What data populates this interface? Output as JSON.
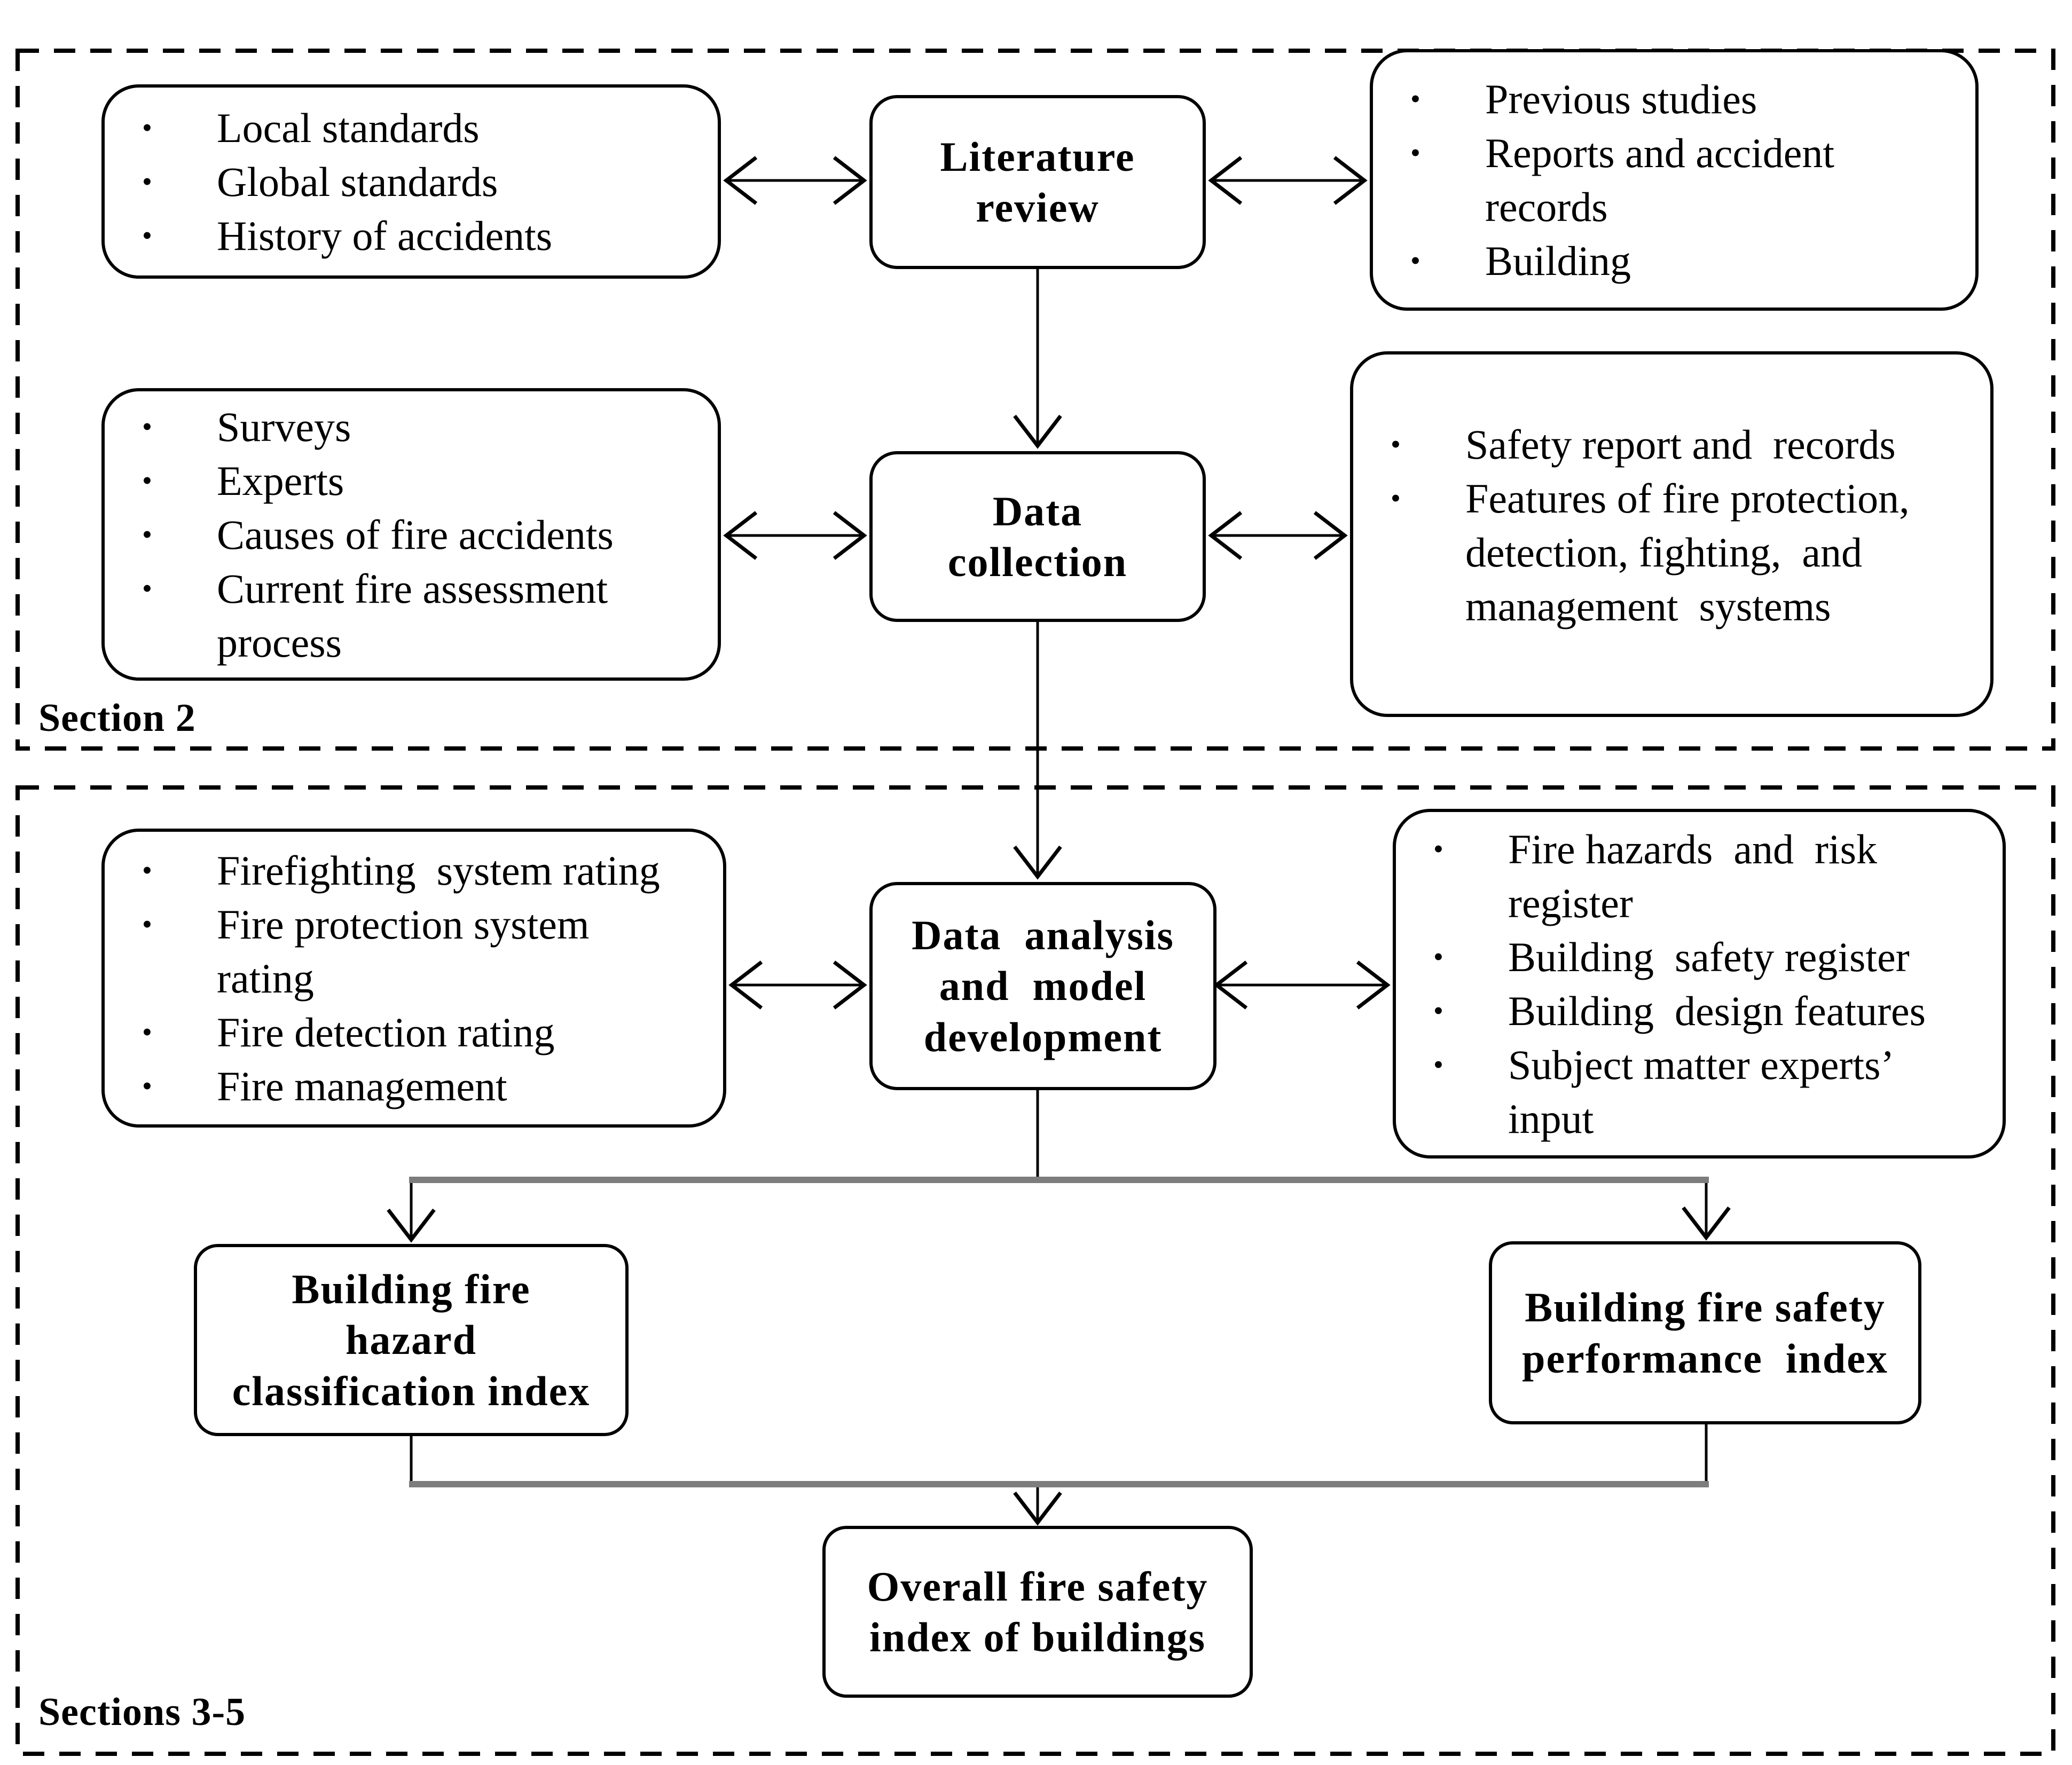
{
  "bullet_char": "•",
  "sections": [
    {
      "id": "section-2",
      "label": "Section 2"
    },
    {
      "id": "sections-3-5",
      "label": "Sections 3-5"
    }
  ],
  "boxes": {
    "standards": {
      "items": [
        [
          "Local standards"
        ],
        [
          "Global standards"
        ],
        [
          "History of accidents"
        ]
      ]
    },
    "literature_review": {
      "lines": [
        "Literature",
        "review"
      ]
    },
    "previous_studies": {
      "items": [
        [
          "Previous studies"
        ],
        [
          "Reports and accident",
          "records"
        ],
        [
          "Building"
        ]
      ]
    },
    "surveys": {
      "items": [
        [
          "Surveys"
        ],
        [
          "Experts"
        ],
        [
          "Causes of fire accidents"
        ],
        [
          "Current fire assessment",
          "process"
        ]
      ]
    },
    "data_collection": {
      "lines": [
        "Data",
        "collection"
      ]
    },
    "safety_reports": {
      "items": [
        [
          "Safety report and  records"
        ],
        [
          "Features of fire protection,",
          "detection, fighting,  and",
          "management  systems"
        ]
      ]
    },
    "ratings": {
      "items": [
        [
          "Firefighting  system rating"
        ],
        [
          "Fire protection system",
          "rating"
        ],
        [
          "Fire detection rating"
        ],
        [
          "Fire management"
        ]
      ]
    },
    "data_analysis": {
      "lines": [
        "Data  analysis",
        "and  model",
        "development"
      ]
    },
    "hazards_register": {
      "items": [
        [
          "Fire hazards  and  risk",
          "register"
        ],
        [
          "Building  safety register"
        ],
        [
          "Building  design features"
        ],
        [
          "Subject matter experts’",
          "input"
        ]
      ]
    },
    "hazard_index": {
      "lines": [
        "Building fire",
        "hazard",
        "classification index"
      ]
    },
    "performance_index": {
      "lines": [
        "Building fire safety",
        "performance  index"
      ]
    },
    "overall_index": {
      "lines": [
        "Overall fire safety",
        "index of buildings"
      ]
    }
  },
  "colors": {
    "line": "#000000",
    "bar": "#7d7d7d",
    "background": "#ffffff"
  }
}
